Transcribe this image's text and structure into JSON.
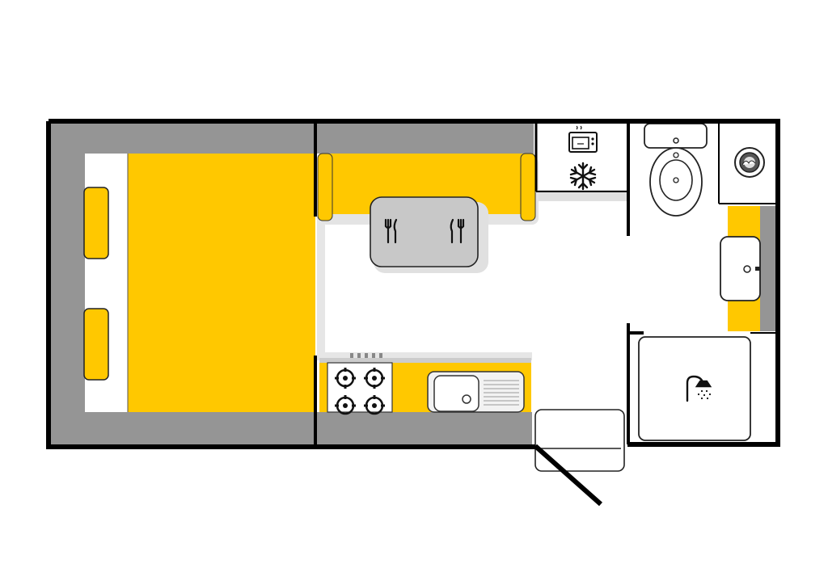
{
  "floorplan": {
    "colors": {
      "wall": "#000000",
      "wall_cavity": "#959595",
      "furniture": "#ffc800",
      "table": "#c8c8c8",
      "floor": "#ffffff",
      "counter": "#ebebeb"
    },
    "zones": [
      {
        "id": "bedroom",
        "items": [
          "bed",
          "pillow-top",
          "pillow-bottom"
        ]
      },
      {
        "id": "dinette",
        "items": [
          "bench",
          "dining-table",
          "cutlery"
        ]
      },
      {
        "id": "kitchen",
        "items": [
          "stove",
          "sink",
          "microwave",
          "fridge"
        ]
      },
      {
        "id": "bathroom",
        "items": [
          "toilet",
          "washbasin",
          "shower",
          "boiler"
        ]
      },
      {
        "id": "entry",
        "items": [
          "entry-step",
          "entry-door"
        ]
      }
    ],
    "icons": [
      "snowflake-icon",
      "microwave-icon",
      "cutlery-icon",
      "burner-icon",
      "shower-icon",
      "boiler-icon",
      "toilet-icon"
    ]
  }
}
